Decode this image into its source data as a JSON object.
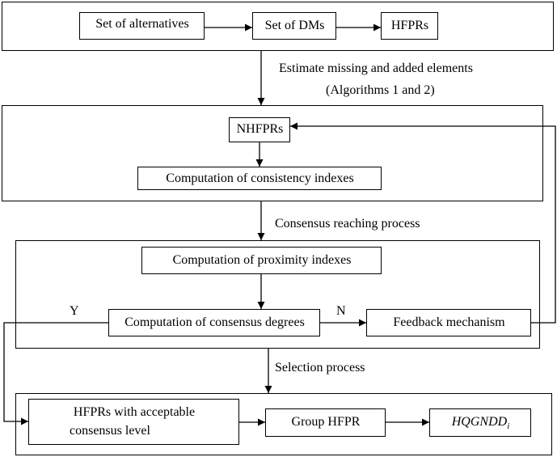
{
  "nodes": {
    "alternatives": "Set of alternatives",
    "dms": "Set of DMs",
    "hfprs": "HFPRs",
    "nhfprs": "NHFPRs",
    "consistency": "Computation of consistency indexes",
    "proximity": "Computation of proximity indexes",
    "consensus_degrees": "Computation of consensus degrees",
    "feedback": "Feedback mechanism",
    "acceptable_line1": "HFPRs with acceptable",
    "acceptable_line2": "consensus level",
    "group_hfpr": "Group HFPR",
    "result_main": "HQGNDD",
    "result_sub": "i"
  },
  "edge_labels": {
    "estimate_line1": "Estimate missing and added elements",
    "estimate_line2": "(Algorithms 1 and 2)",
    "consensus_process": "Consensus reaching process",
    "selection_process": "Selection process",
    "yes": "Y",
    "no": "N"
  }
}
